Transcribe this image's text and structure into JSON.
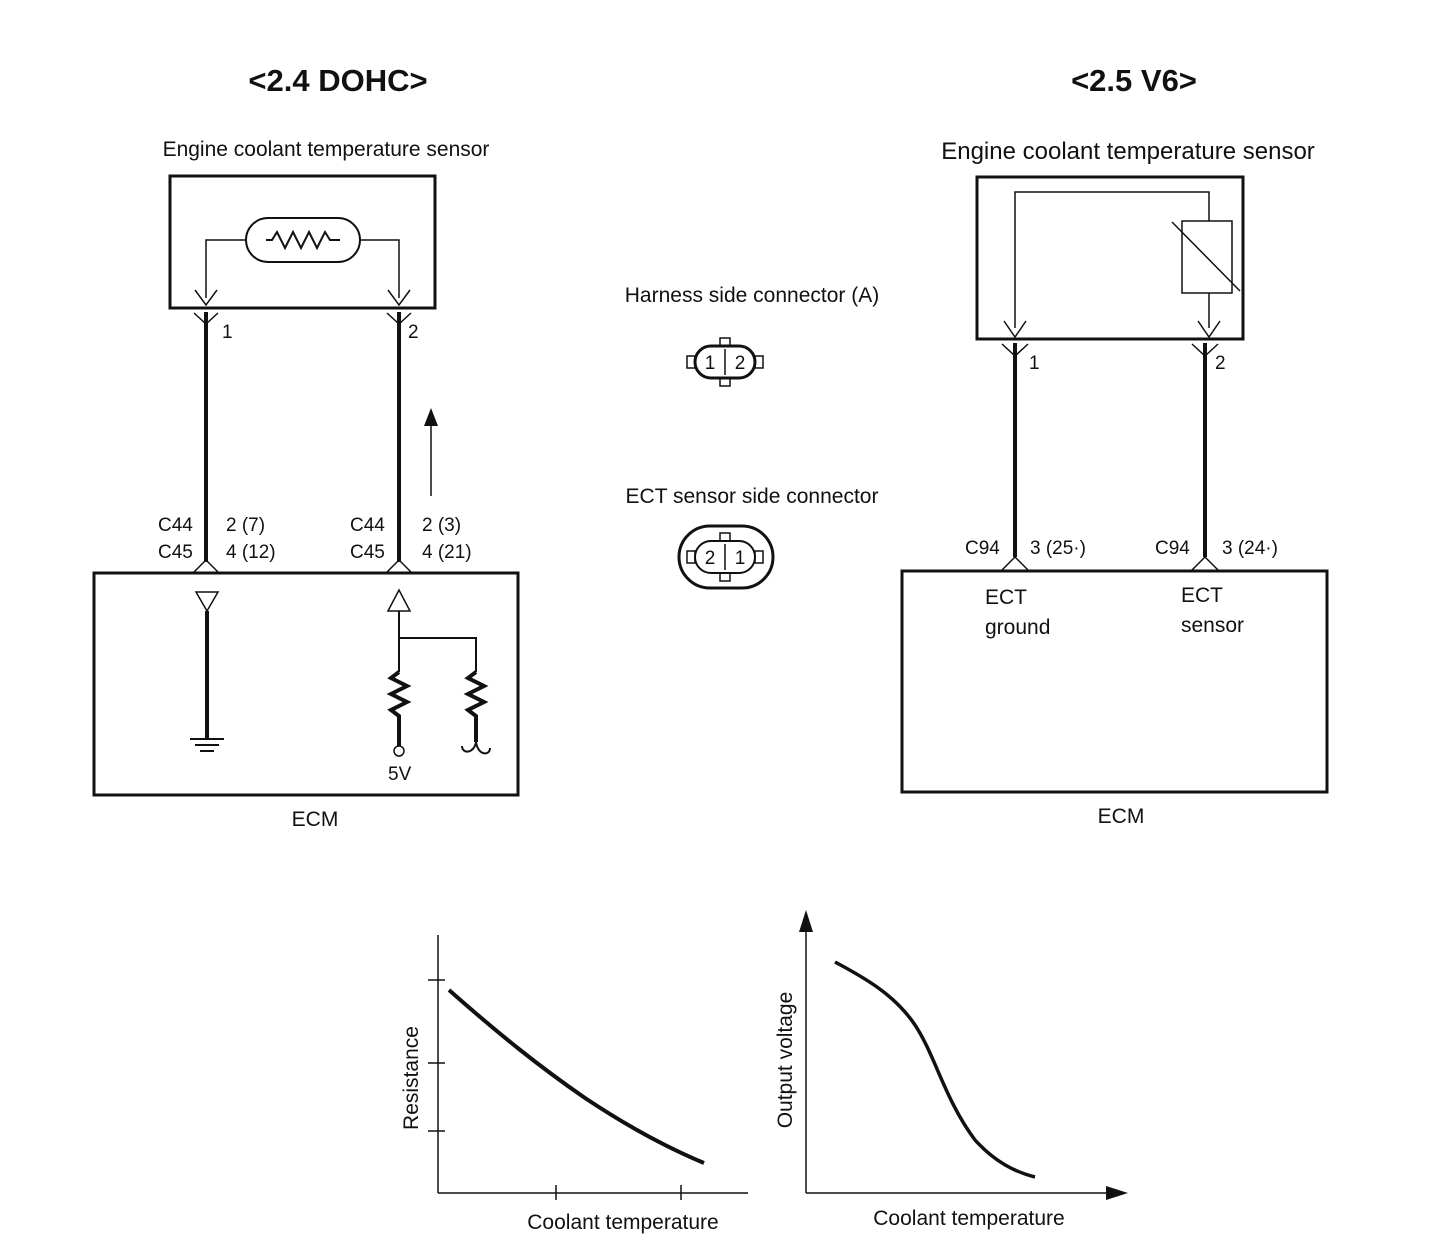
{
  "left": {
    "title": "<2.4 DOHC>",
    "sensor_label": "Engine coolant temperature sensor",
    "pin1": "1",
    "pin2": "2",
    "conn_a_line1": "C44",
    "conn_a_line2": "C45",
    "conn_a_pins1": "2 (7)",
    "conn_a_pins2": "4 (12)",
    "conn_b_line1": "C44",
    "conn_b_line2": "C45",
    "conn_b_pins1": "2 (3)",
    "conn_b_pins2": "4 (21)",
    "supply_label": "5V",
    "ecm_label": "ECM"
  },
  "center": {
    "harness_label": "Harness side connector (A)",
    "harness_pin_left": "1",
    "harness_pin_right": "2",
    "ect_label": "ECT sensor side connector",
    "ect_pin_left": "2",
    "ect_pin_right": "1"
  },
  "right": {
    "title": "<2.5 V6>",
    "sensor_label": "Engine coolant temperature sensor",
    "pin1": "1",
    "pin2": "2",
    "conn_a_name": "C94",
    "conn_a_pins": "3 (25·)",
    "conn_b_name": "C94",
    "conn_b_pins": "3 (24·)",
    "ground_line1": "ECT",
    "ground_line2": "ground",
    "sensor_line1": "ECT",
    "sensor_line2": "sensor",
    "ecm_label": "ECM"
  },
  "charts": {
    "resistance": {
      "xlabel": "Coolant temperature",
      "ylabel": "Resistance"
    },
    "voltage": {
      "xlabel": "Coolant temperature",
      "ylabel": "Output voltage"
    }
  }
}
